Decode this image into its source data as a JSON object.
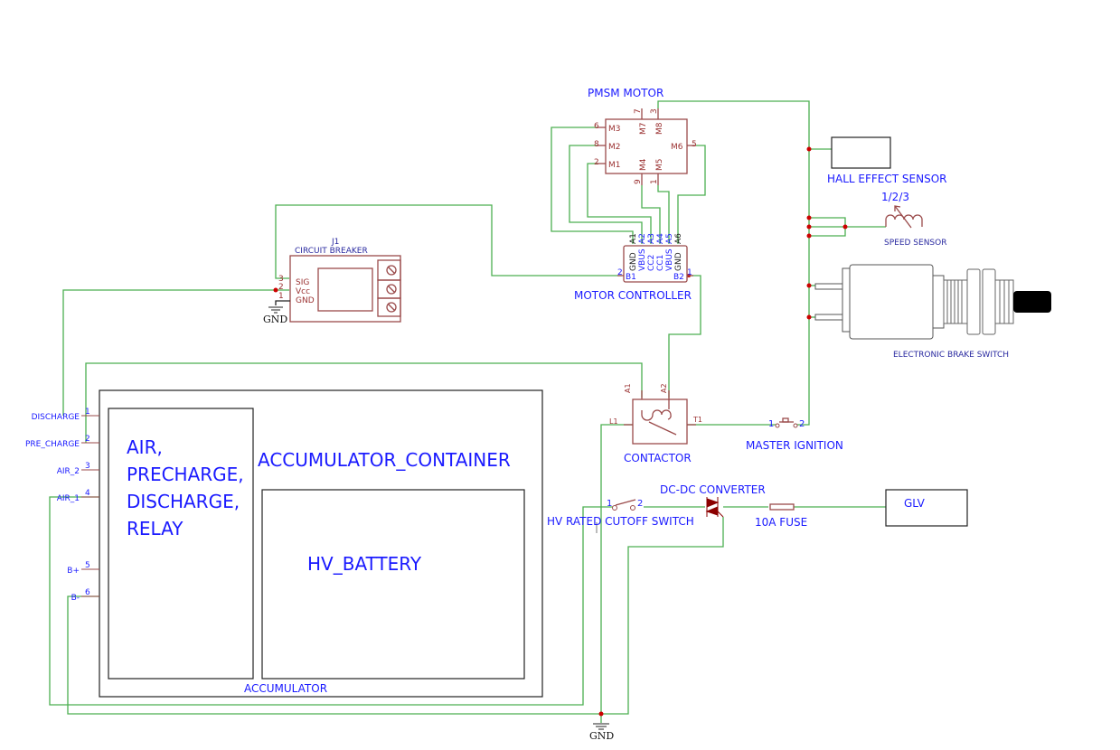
{
  "components": {
    "pmsm_motor": {
      "label": "PMSM MOTOR",
      "pins": {
        "m3": "M3",
        "m2": "M2",
        "m1": "M1",
        "m7": "M7",
        "m8": "M8",
        "m4": "M4",
        "m5": "M5",
        "m6": "M6"
      },
      "pin_numbers": {
        "m3": "6",
        "m2": "8",
        "m1": "2",
        "m7": "7",
        "m8": "3",
        "m4": "9",
        "m5": "1",
        "m6": "5"
      }
    },
    "motor_controller": {
      "label": "MOTOR CONTROLLER",
      "top_pins": [
        "A1",
        "A2",
        "A3",
        "A4",
        "A5",
        "A6"
      ],
      "inner_pins": [
        "GND",
        "VBUS",
        "CC2",
        "CC1",
        "VBUS",
        "GND"
      ],
      "b1": "B1",
      "b2": "B2",
      "b1_num": "2",
      "b2_num": "1"
    },
    "circuit_breaker": {
      "ref": "J1",
      "label": "CIRCUIT BREAKER",
      "pins": [
        "SIG",
        "Vcc",
        "GND"
      ],
      "pin_numbers": [
        "3",
        "2",
        "1"
      ],
      "gnd_label": "GND"
    },
    "hall_sensor": {
      "label": "HALL EFFECT SENSOR"
    },
    "speed_sensor": {
      "label": "SPEED SENSOR",
      "value": "1/2/3"
    },
    "brake_switch": {
      "label": "ELECTRONIC BRAKE SWITCH"
    },
    "contactor": {
      "label": "CONTACTOR",
      "a1": "A1",
      "a2": "A2",
      "l1": "L1",
      "t1": "T1"
    },
    "master_ignition": {
      "label": "MASTER IGNITION",
      "pin1": "1",
      "pin2": "2"
    },
    "hv_cutoff": {
      "label": "HV RATED CUTOFF SWITCH",
      "pin1": "1",
      "pin2": "2"
    },
    "dcdc": {
      "label": "DC-DC CONVERTER"
    },
    "fuse": {
      "label": "10A FUSE"
    },
    "glv": {
      "label": "GLV"
    },
    "accumulator": {
      "label": "ACCUMULATOR",
      "container_label": "ACCUMULATOR_CONTAINER",
      "relay_label": [
        "AIR,",
        "PRECHARGE,",
        "DISCHARGE,",
        "RELAY"
      ],
      "battery_label": "HV_BATTERY",
      "pins": [
        {
          "name": "DISCHARGE",
          "num": "1"
        },
        {
          "name": "PRE_CHARGE",
          "num": "2"
        },
        {
          "name": "AIR_2",
          "num": "3"
        },
        {
          "name": "AIR_1",
          "num": "4"
        },
        {
          "name": "B+",
          "num": "5"
        },
        {
          "name": "B-",
          "num": "6"
        }
      ]
    },
    "gnd_bottom": {
      "label": "GND"
    }
  },
  "colors": {
    "wire": "#4caf50",
    "symbol": "#9a4a4a",
    "label": "#1a1aff",
    "junction": "#cc0000"
  }
}
